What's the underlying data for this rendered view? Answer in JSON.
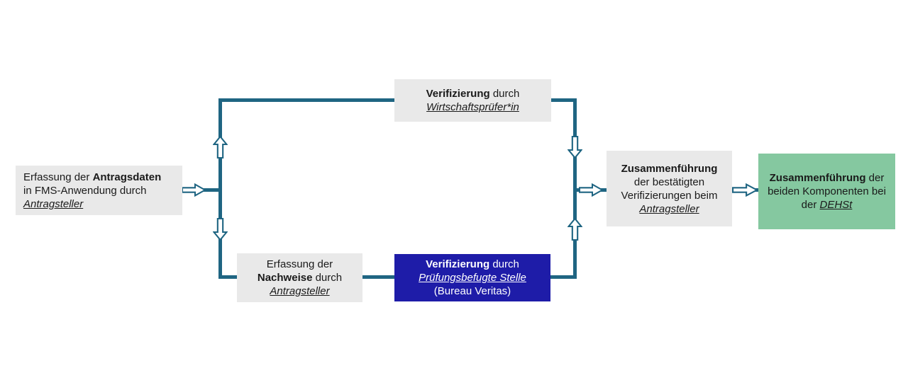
{
  "colors": {
    "connector": "#1F6582",
    "node_gray": "#E9E9E9",
    "node_blue": "#1E1CA8",
    "node_green": "#85C8A0",
    "text_dark": "#1A1A1A",
    "text_light": "#FFFFFF"
  },
  "boxes": {
    "antragsdaten": {
      "l1_pre": "Erfassung der ",
      "l1_bold": "Antragsdaten",
      "l2": "in FMS-Anwendung durch",
      "l3_italic": "Antragsteller"
    },
    "verifizierung_wp": {
      "l1_bold": "Verifizierung",
      "l1_post": " durch",
      "l2_italic": "Wirtschaftsprüfer*in"
    },
    "nachweise": {
      "l1": "Erfassung der",
      "l2_bold": "Nachweise",
      "l2_post": " durch",
      "l3_italic": "Antragsteller"
    },
    "verifizierung_pbs": {
      "l1_bold": "Verifizierung",
      "l1_post": " durch",
      "l2_italic": "Prüfungsbefugte Stelle",
      "l3": "(Bureau Veritas)"
    },
    "zf_antragsteller": {
      "l1_bold": "Zusammenführung",
      "l2": "der bestätigten",
      "l3": "Verifizierungen beim",
      "l4_italic": "Antragsteller"
    },
    "zf_dehst": {
      "l1_bold": "Zusammenführung",
      "l1_post": " der",
      "l2": "beiden Komponenten bei",
      "l3_pre": "der ",
      "l3_italic": "DEHSt"
    }
  }
}
